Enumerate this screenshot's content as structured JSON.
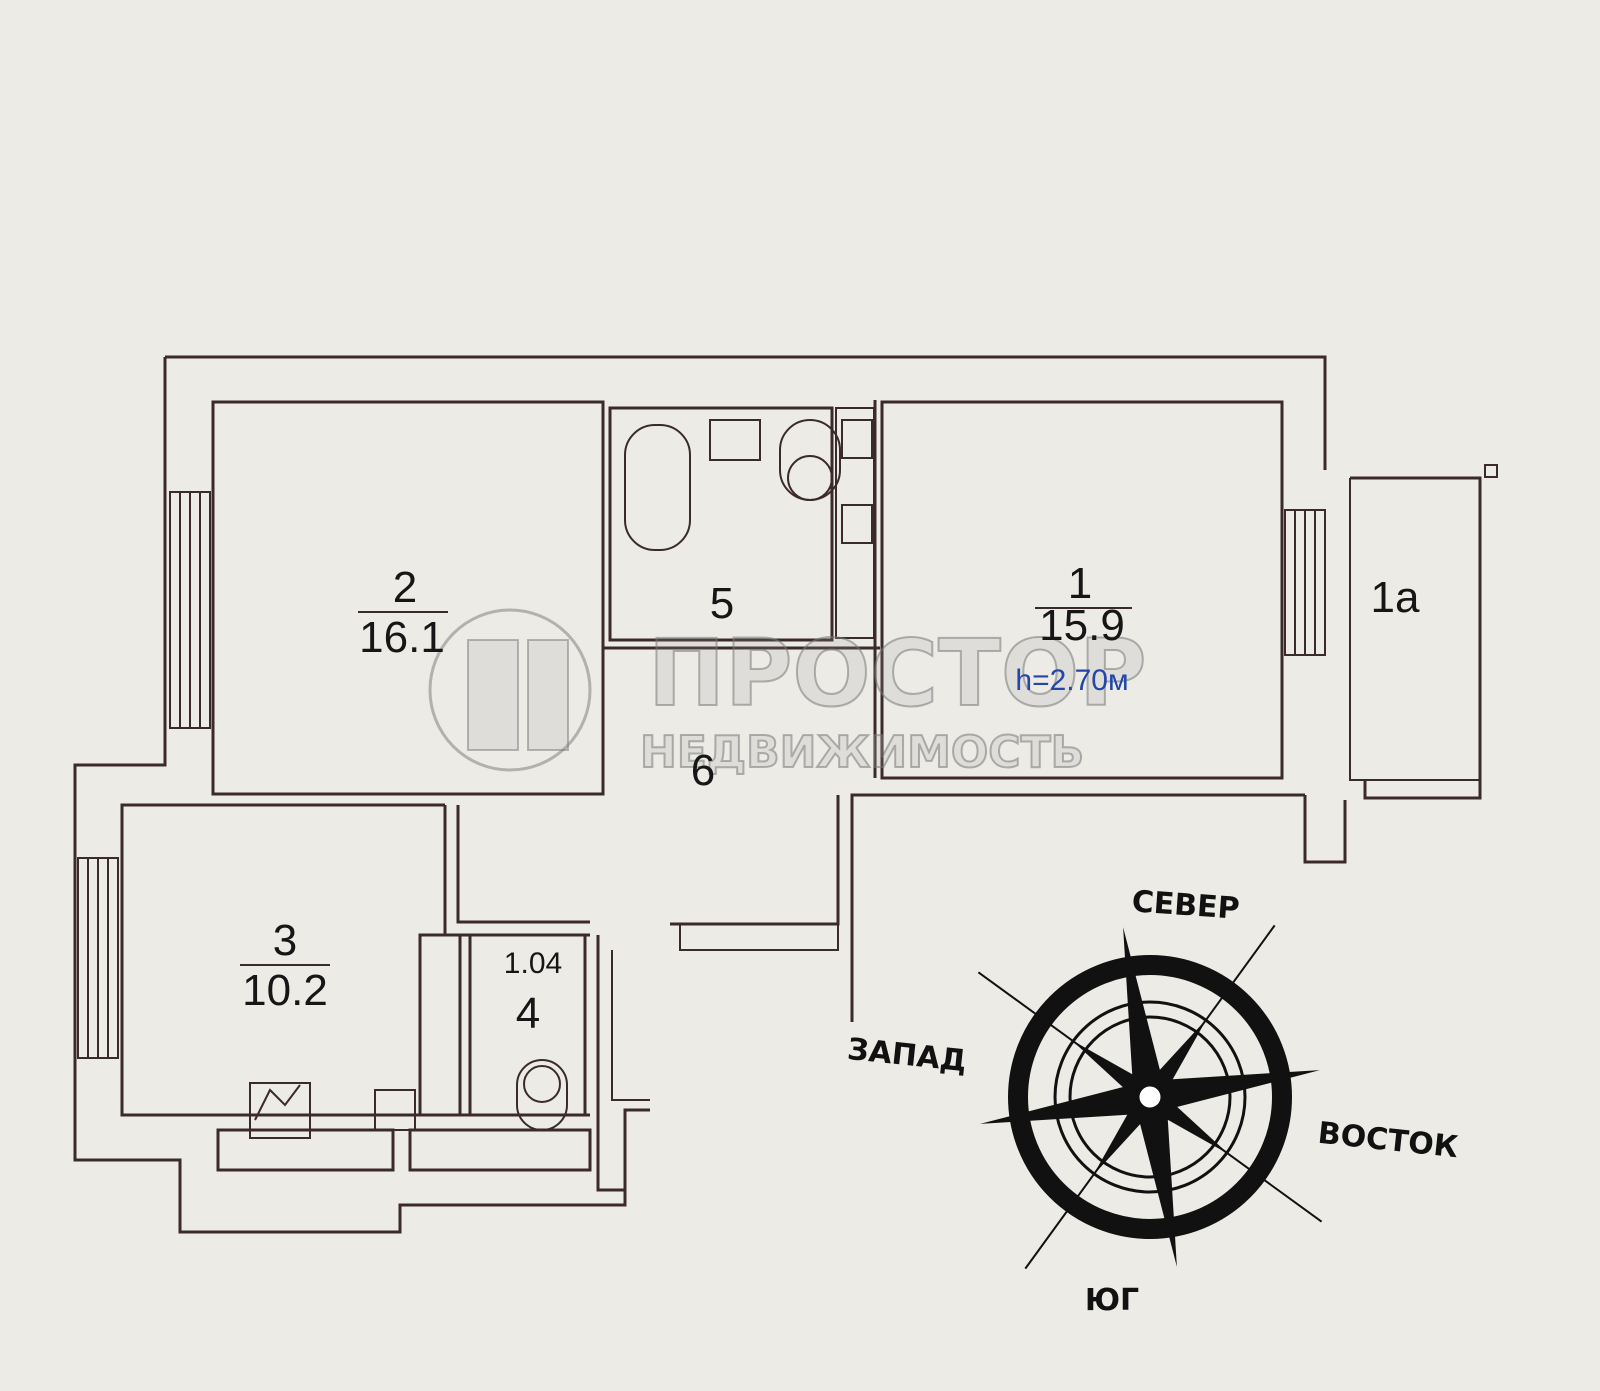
{
  "rooms": {
    "room1": {
      "number": "1",
      "area": "15.9",
      "height": "h=2.70м"
    },
    "room1a": {
      "number": "1а"
    },
    "room2": {
      "number": "2",
      "area": "16.1"
    },
    "room3": {
      "number": "3",
      "area": "10.2"
    },
    "room4": {
      "number": "4",
      "area": "1.04"
    },
    "room5": {
      "number": "5"
    },
    "room6": {
      "number": "6"
    }
  },
  "watermark": {
    "line1": "ПРОСТОР",
    "line2": "НЕДВИЖИМОСТЬ"
  },
  "compass": {
    "north": "СЕВЕР",
    "south": "ЮГ",
    "west": "ЗАПАД",
    "east": "ВОСТОК"
  },
  "colors": {
    "walls": "#3b2a2a",
    "height_text": "#2346a8",
    "background": "#ecebe6"
  }
}
